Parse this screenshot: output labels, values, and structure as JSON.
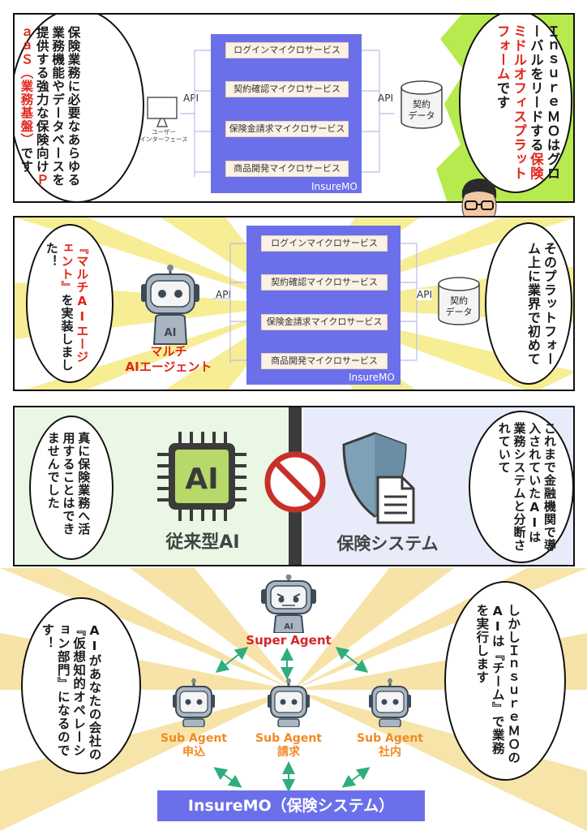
{
  "panel1": {
    "narration_right": [
      "ＩｎｓｕｒｅＭＯは",
      "グローバルをリードする",
      "保険ミドルオフィス",
      "プラットフォーム",
      "です"
    ],
    "narration_right_red_lines": [
      2,
      3
    ],
    "narration_left": [
      "保険業務に必要な",
      "あらゆる業務機能や",
      "データベースを提供する",
      "強力な保険向け",
      "ＰａａＳ（業務基盤）",
      "です"
    ],
    "user_interface_label": [
      "ユーザー",
      "インターフェース"
    ],
    "api_left": "API",
    "api_right": "API",
    "db_label": [
      "契約",
      "データ"
    ],
    "services": [
      "ログインマイクロサービス",
      "契約確認マイクロサービス",
      "保険金請求マイクロサービス",
      "商品開発マイクロサービス"
    ],
    "platform_label": "InsureMO"
  },
  "panel2": {
    "narration_right": [
      "そのプラット",
      "フォーム上に",
      "業界で初めて"
    ],
    "narration_left": [
      "『マルチAI",
      "エージェント』",
      "を実装しました！"
    ],
    "robot_label": [
      "マルチ",
      "AIエージェント"
    ],
    "robot_badge": "AI",
    "api_left": "API",
    "api_right": "API",
    "db_label": [
      "契約",
      "データ"
    ],
    "services": [
      "ログインマイクロサービス",
      "契約確認マイクロサービス",
      "保険金請求マイクロサービス",
      "商品開発マイクロサービス"
    ],
    "platform_label": "InsureMO"
  },
  "panel3": {
    "narration_right": [
      "これまで金融機関で",
      "導入されていたAIは",
      "業務システムと",
      "分断されていて"
    ],
    "narration_left": [
      "真に保険業務へ",
      "活用することは",
      "できませんでした"
    ],
    "chip_text": "AI",
    "left_caption": "従来型AI",
    "right_caption": "保険システム"
  },
  "panel4": {
    "narration_right": [
      "しかし",
      "ＩｎｓｕｒｅＭＯの",
      "AIは『チーム』で",
      "業務を実行します"
    ],
    "narration_left": [
      "AIがあなたの会社の",
      "『仮想知的",
      "オペレーション部門』",
      "になるのです！"
    ],
    "super_agent_label": "Super Agent",
    "super_badge": "AI",
    "sub_agents": [
      {
        "line1": "Sub Agent",
        "line2": "申込"
      },
      {
        "line1": "Sub Agent",
        "line2": "請求"
      },
      {
        "line1": "Sub Agent",
        "line2": "社内"
      }
    ],
    "bottom_bar": "InsureMO（保険システム）"
  },
  "colors": {
    "accent_red": "#e0261b",
    "service_blue": "#6b70ea",
    "burst_green": "#b6ea4e",
    "burst_yellow": "#f6ec8a",
    "agent_orange": "#f08a24",
    "arrow_green": "#2fae7c",
    "super_red": "#d6262b"
  }
}
